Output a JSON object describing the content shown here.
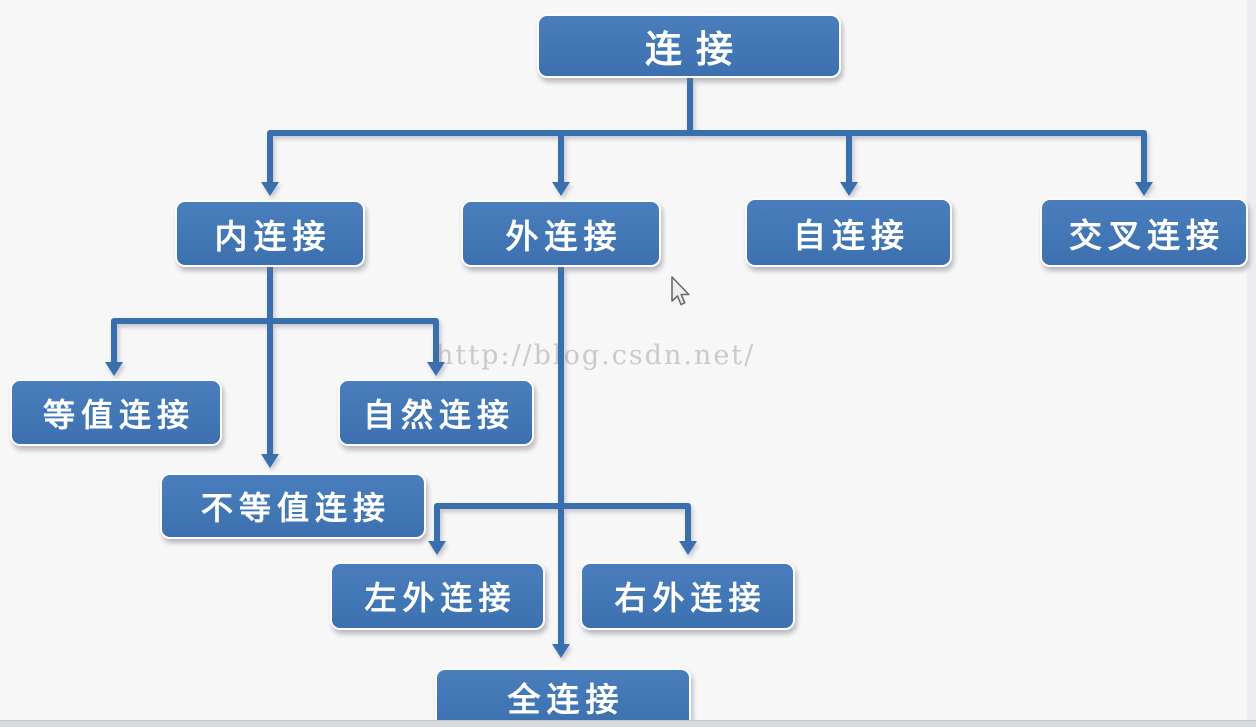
{
  "colors": {
    "background": "#f7f7f8",
    "node_fill": "#4277b6",
    "node_border": "#fcfcfd",
    "node_text": "#ffffff",
    "connector": "#3a6fae",
    "watermark": "#c9cacb",
    "bottom_strip": "#d9dadc"
  },
  "watermark": {
    "text": "http://blog.csdn.net/"
  },
  "diagram": {
    "type": "tree",
    "nodes": [
      {
        "id": "join",
        "label": "连接"
      },
      {
        "id": "inner-join",
        "label": "内连接"
      },
      {
        "id": "outer-join",
        "label": "外连接"
      },
      {
        "id": "self-join",
        "label": "自连接"
      },
      {
        "id": "cross-join",
        "label": "交叉连接"
      },
      {
        "id": "equi-join",
        "label": "等值连接"
      },
      {
        "id": "natural-join",
        "label": "自然连接"
      },
      {
        "id": "non-equi-join",
        "label": "不等值连接"
      },
      {
        "id": "left-outer-join",
        "label": "左外连接"
      },
      {
        "id": "right-outer-join",
        "label": "右外连接"
      },
      {
        "id": "full-join",
        "label": "全连接"
      }
    ],
    "edges": [
      {
        "from": "连接",
        "to": "内连接"
      },
      {
        "from": "连接",
        "to": "外连接"
      },
      {
        "from": "连接",
        "to": "自连接"
      },
      {
        "from": "连接",
        "to": "交叉连接"
      },
      {
        "from": "内连接",
        "to": "等值连接"
      },
      {
        "from": "内连接",
        "to": "自然连接"
      },
      {
        "from": "内连接",
        "to": "不等值连接"
      },
      {
        "from": "外连接",
        "to": "左外连接"
      },
      {
        "from": "外连接",
        "to": "右外连接"
      },
      {
        "from": "外连接",
        "to": "全连接"
      }
    ]
  },
  "cursor": {
    "type": "arrow-pointer"
  }
}
